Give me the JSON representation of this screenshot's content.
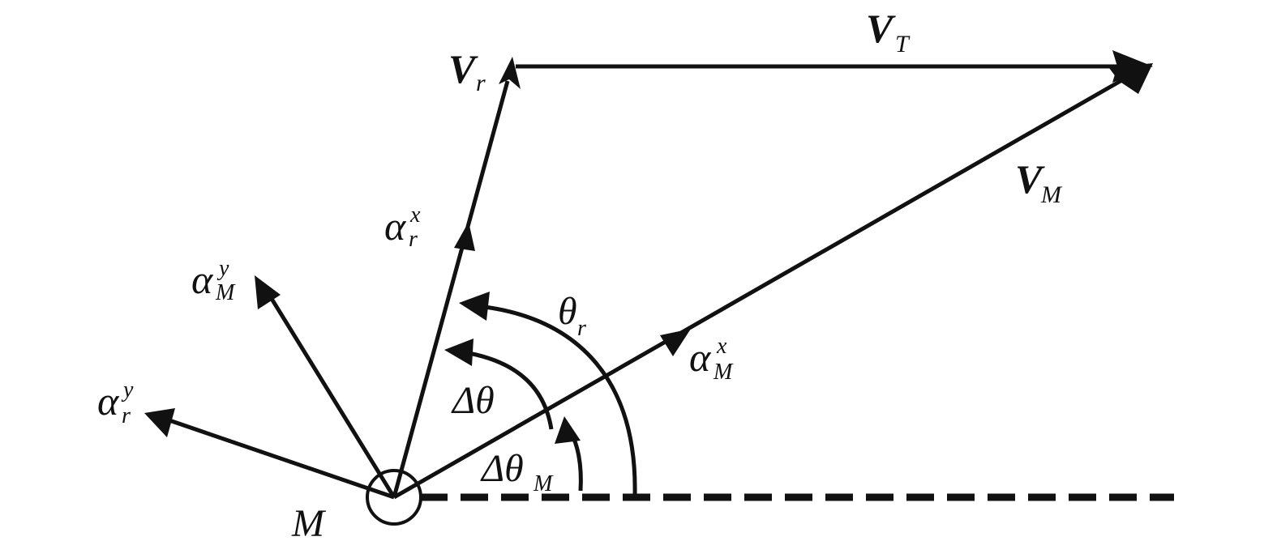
{
  "labels": {
    "point": "M",
    "vt_main": "V",
    "vt_sub": "T",
    "vr_main": "V",
    "vr_sub": "r",
    "vm_main": "V",
    "vm_sub": "M",
    "arx_main": "α",
    "arx_sup": "x",
    "arx_sub": "r",
    "amy_main": "α",
    "amy_sup": "y",
    "amy_sub": "M",
    "ary_main": "α",
    "ary_sup": "y",
    "ary_sub": "r",
    "amx_main": "α",
    "amx_sup": "x",
    "amx_sub": "M",
    "theta_r_main": "θ",
    "theta_r_sub": "r",
    "dtheta": "Δθ",
    "dtheta_m_main": "Δθ",
    "dtheta_m_sub": "M"
  },
  "colors": {
    "ink": "#111111",
    "background": "#ffffff"
  }
}
